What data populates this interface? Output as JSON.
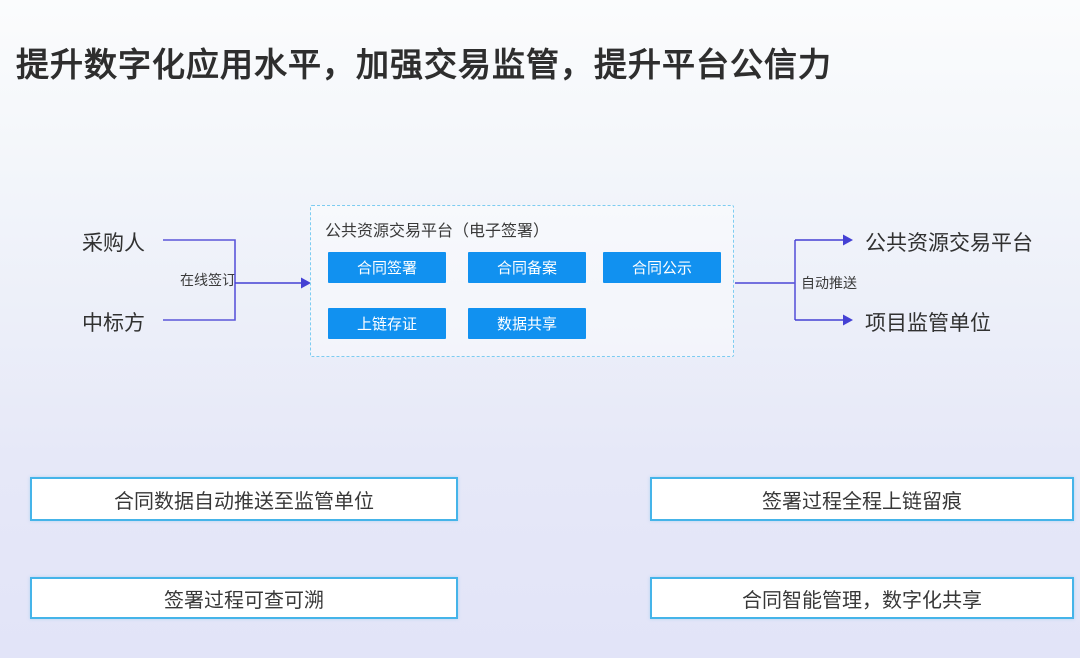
{
  "page": {
    "title": "提升数字化应用水平，加强交易监管，提升平台公信力"
  },
  "colors": {
    "button_blue": "#1191f0",
    "connector_purple": "#4a45d6",
    "dashed_border_blue": "#7dccf1",
    "feature_border_blue": "#45b4e9",
    "background_bottom": "#e2e4f8",
    "background_top": "#fbfcfd"
  },
  "diagram": {
    "left_nodes": [
      {
        "label": "采购人"
      },
      {
        "label": "中标方"
      }
    ],
    "left_edge_label": "在线签订",
    "platform_box": {
      "title": "公共资源交易平台（电子签署）",
      "buttons": [
        "合同签署",
        "合同备案",
        "合同公示",
        "上链存证",
        "数据共享"
      ]
    },
    "right_edge_label": "自动推送",
    "right_nodes": [
      {
        "label": "公共资源交易平台"
      },
      {
        "label": "项目监管单位"
      }
    ]
  },
  "feature_boxes": [
    "合同数据自动推送至监管单位",
    "签署过程全程上链留痕",
    "签署过程可查可溯",
    "合同智能管理，数字化共享"
  ]
}
